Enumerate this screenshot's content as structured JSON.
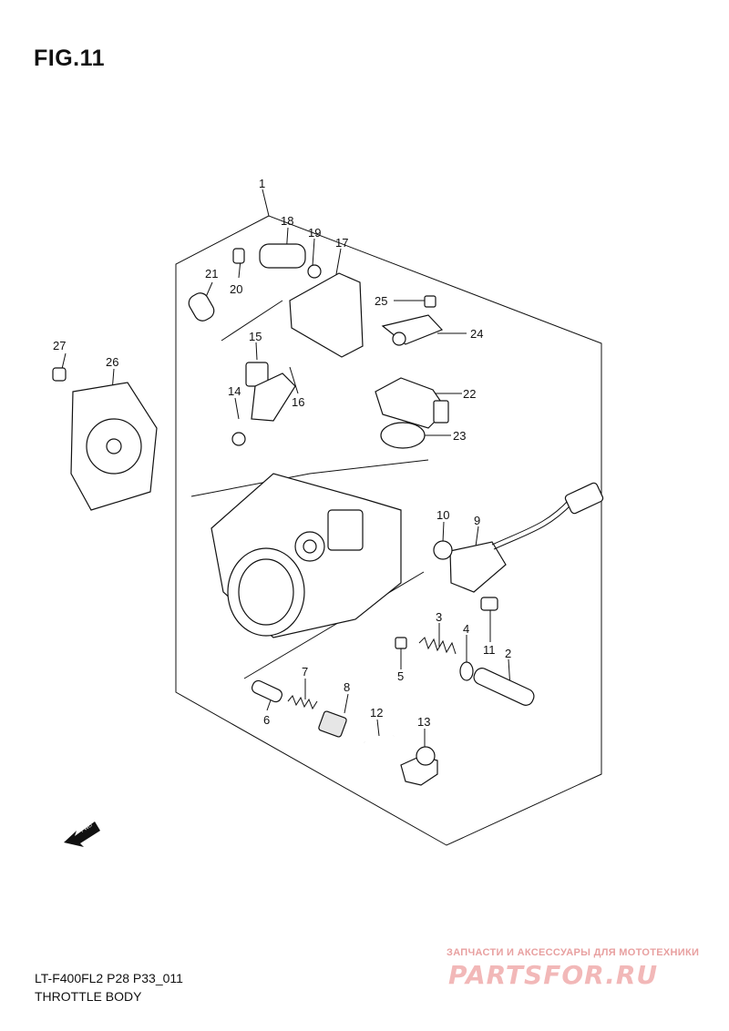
{
  "figure": {
    "title": "FIG.11"
  },
  "footer": {
    "model_code": "LT-F400FL2 P28 P33_011",
    "section_name": "THROTTLE BODY"
  },
  "watermark": {
    "tagline": "ЗАПЧАСТИ И АКСЕССУАРЫ ДЛЯ МОТОТЕХНИКИ",
    "brand": "PARTSFOR.RU"
  },
  "fwd_arrow": {
    "label": "FWD"
  },
  "callouts": [
    "1",
    "2",
    "3",
    "4",
    "5",
    "6",
    "7",
    "8",
    "9",
    "10",
    "11",
    "12",
    "13",
    "14",
    "15",
    "16",
    "17",
    "18",
    "19",
    "20",
    "21",
    "22",
    "23",
    "24",
    "25",
    "26",
    "27"
  ],
  "colors": {
    "line": "#111111",
    "watermark": "#f2b8b8"
  }
}
